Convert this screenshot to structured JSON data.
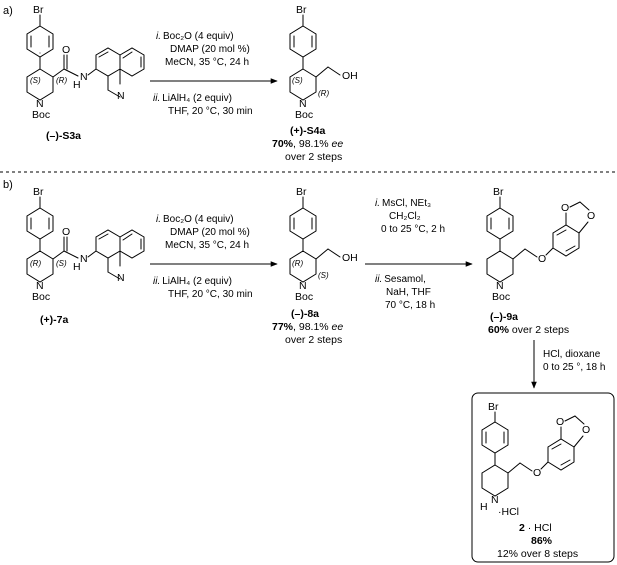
{
  "panel_a": {
    "label": "a)",
    "reactant": {
      "id": "(–)-S3a",
      "stereo": [
        "(S)",
        "(R)"
      ],
      "atoms": {
        "Br": "Br",
        "N_ring": "N",
        "Boc": "Boc",
        "amide_N": "N",
        "amide_H": "H",
        "amide_O": "O",
        "quinoline_N": "N"
      }
    },
    "conditions": {
      "step1_num": "i.",
      "step1_line1": "Boc₂O (4 equiv)",
      "step1_line2": "DMAP (20 mol %)",
      "step1_line3": "MeCN, 35 °C, 24 h",
      "step2_num": "ii.",
      "step2_line1": "LiAlH₄ (2 equiv)",
      "step2_line2": "THF, 20 °C, 30 min"
    },
    "product": {
      "id": "(+)-S4a",
      "stereo": [
        "(S)",
        "(R)"
      ],
      "atoms": {
        "Br": "Br",
        "N_ring": "N",
        "Boc": "Boc",
        "OH": "OH"
      },
      "yield_bold": "70%",
      "yield_rest": ", 98.1% ",
      "ee": "ee",
      "yield_line2": "over 2 steps"
    }
  },
  "panel_b": {
    "label": "b)",
    "reactant": {
      "id": "(+)-7a",
      "stereo": [
        "(R)",
        "(S)"
      ],
      "atoms": {
        "Br": "Br",
        "N_ring": "N",
        "Boc": "Boc",
        "amide_N": "N",
        "amide_H": "H",
        "amide_O": "O",
        "quinoline_N": "N"
      }
    },
    "conditions1": {
      "step1_num": "i.",
      "step1_line1": "Boc₂O (4 equiv)",
      "step1_line2": "DMAP (20 mol %)",
      "step1_line3": "MeCN, 35 °C, 24 h",
      "step2_num": "ii.",
      "step2_line1": "LiAlH₄ (2 equiv)",
      "step2_line2": "THF, 20 °C, 30 min"
    },
    "intermediate": {
      "id": "(–)-8a",
      "stereo": [
        "(R)",
        "(S)"
      ],
      "atoms": {
        "Br": "Br",
        "N_ring": "N",
        "Boc": "Boc",
        "OH": "OH"
      },
      "yield_bold": "77%",
      "yield_rest": ", 98.1% ",
      "ee": "ee",
      "yield_line2": "over 2 steps"
    },
    "conditions2": {
      "step1_num": "i.",
      "step1_line1": "MsCl, NEt₃",
      "step1_line2": "CH₂Cl₂",
      "step1_line3": "0 to 25 °C, 2 h",
      "step2_num": "ii.",
      "step2_line1": "Sesamol,",
      "step2_line2": "NaH, THF",
      "step2_line3": "70 °C, 18 h"
    },
    "product": {
      "id": "(–)-9a",
      "atoms": {
        "Br": "Br",
        "N_ring": "N",
        "Boc": "Boc",
        "O_link": "O",
        "O_diox1": "O",
        "O_diox2": "O"
      },
      "yield_bold": "60%",
      "yield_rest": " over 2 steps"
    },
    "conditions3": {
      "line1": "HCl, dioxane",
      "line2": "0 to 25 °, 18 h"
    },
    "final": {
      "id": "2",
      "salt": " · HCl",
      "atoms": {
        "Br": "Br",
        "N_ring": "N",
        "H_ring": "H",
        "HCl": "·HCl",
        "O_link": "O",
        "O_diox1": "O",
        "O_diox2": "O"
      },
      "yield_bold": "86%",
      "yield_line2": "12% over 8 steps"
    }
  }
}
